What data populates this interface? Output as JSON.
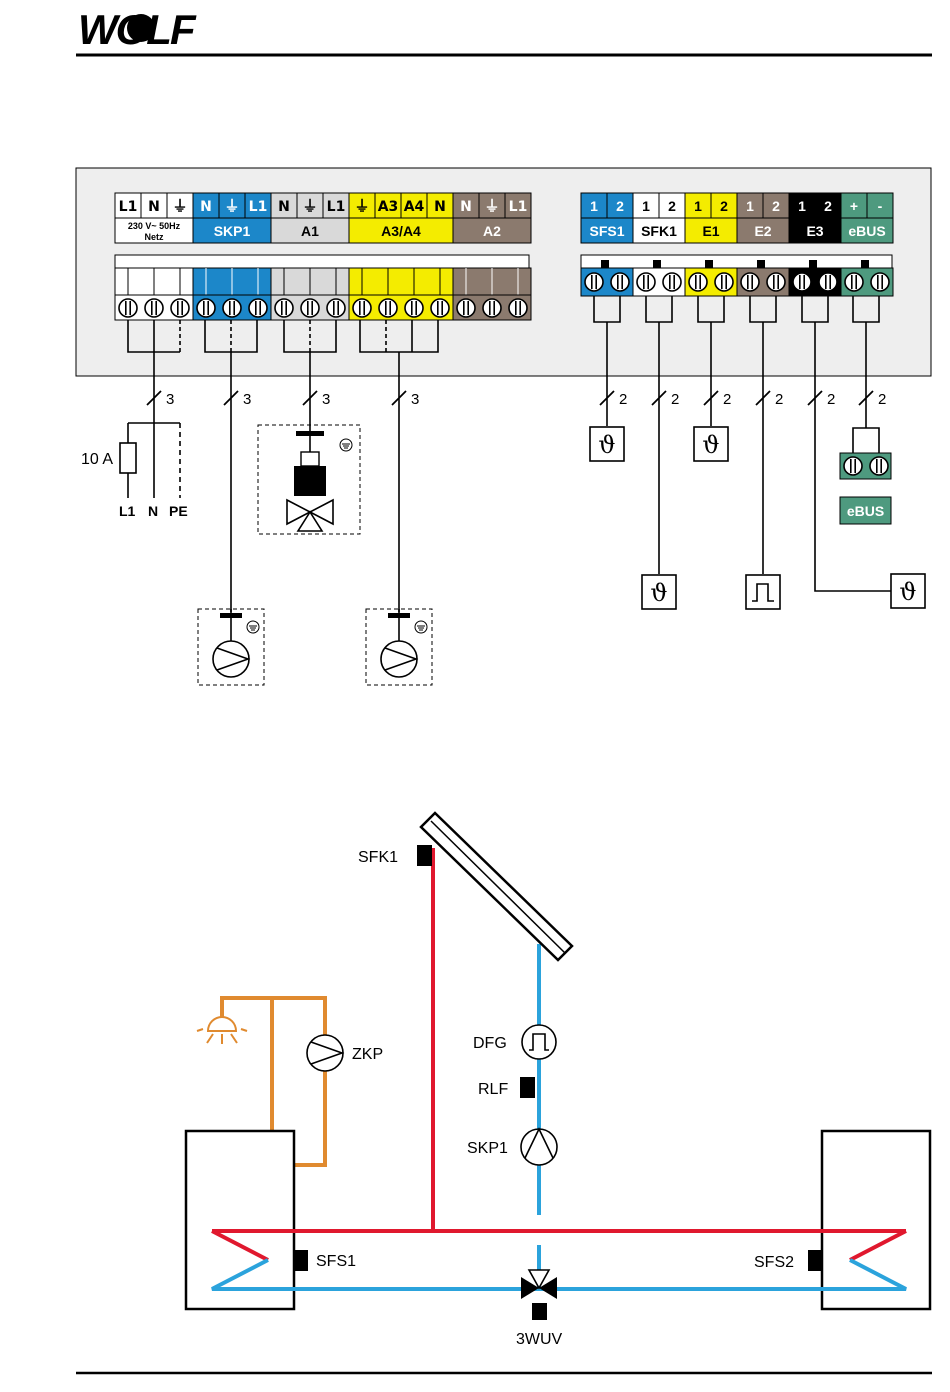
{
  "logo_text": "WOLF",
  "colors": {
    "blue": "#1c87c9",
    "white": "#ffffff",
    "grey": "#d9d9d9",
    "yellow": "#f4ec00",
    "brown": "#8b7a6e",
    "black": "#000000",
    "green": "#4e9a7f",
    "pipe_red": "#e0182e",
    "pipe_blue": "#2ba3dc",
    "pipe_orange": "#e08a2f",
    "panel": "#eeeeee"
  },
  "left_terminals": {
    "groups": [
      {
        "id": "netz",
        "pins": [
          "L1",
          "N",
          "⏚"
        ],
        "label": "230 V~ 50Hz",
        "label2": "Netz",
        "color": "white"
      },
      {
        "id": "skp1",
        "pins": [
          "N",
          "⏚",
          "L1"
        ],
        "label": "SKP1",
        "color": "blue"
      },
      {
        "id": "a1",
        "pins": [
          "N",
          "⏚",
          "L1"
        ],
        "label": "A1",
        "color": "grey"
      },
      {
        "id": "a3a4",
        "pins": [
          "⏚",
          "A3",
          "A4",
          "N"
        ],
        "label": "A3/A4",
        "color": "yellow"
      },
      {
        "id": "a2",
        "pins": [
          "N",
          "⏚",
          "L1"
        ],
        "label": "A2",
        "color": "brown"
      }
    ]
  },
  "right_terminals": {
    "groups": [
      {
        "id": "sfs1",
        "pins": [
          "1",
          "2"
        ],
        "label": "SFS1",
        "color": "blue"
      },
      {
        "id": "sfk1",
        "pins": [
          "1",
          "2"
        ],
        "label": "SFK1",
        "color": "white"
      },
      {
        "id": "e1",
        "pins": [
          "1",
          "2"
        ],
        "label": "E1",
        "color": "yellow"
      },
      {
        "id": "e2",
        "pins": [
          "1",
          "2"
        ],
        "label": "E2",
        "color": "brown"
      },
      {
        "id": "e3",
        "pins": [
          "1",
          "2"
        ],
        "label": "E3",
        "color": "black"
      },
      {
        "id": "ebus",
        "pins": [
          "+",
          "-"
        ],
        "label": "eBUS",
        "color": "green"
      }
    ]
  },
  "wiring": {
    "wire_count_3": "3",
    "wire_count_2": "2",
    "fuse_label": "10 A",
    "mains_l1": "L1",
    "mains_n": "N",
    "mains_pe": "PE",
    "ebus_device_label": "eBUS"
  },
  "hydraulic": {
    "sfk1": "SFK1",
    "zkp": "ZKP",
    "dfg": "DFG",
    "rlf": "RLF",
    "skp1": "SKP1",
    "sfs1": "SFS1",
    "sfs2": "SFS2",
    "valve": "3WUV"
  }
}
